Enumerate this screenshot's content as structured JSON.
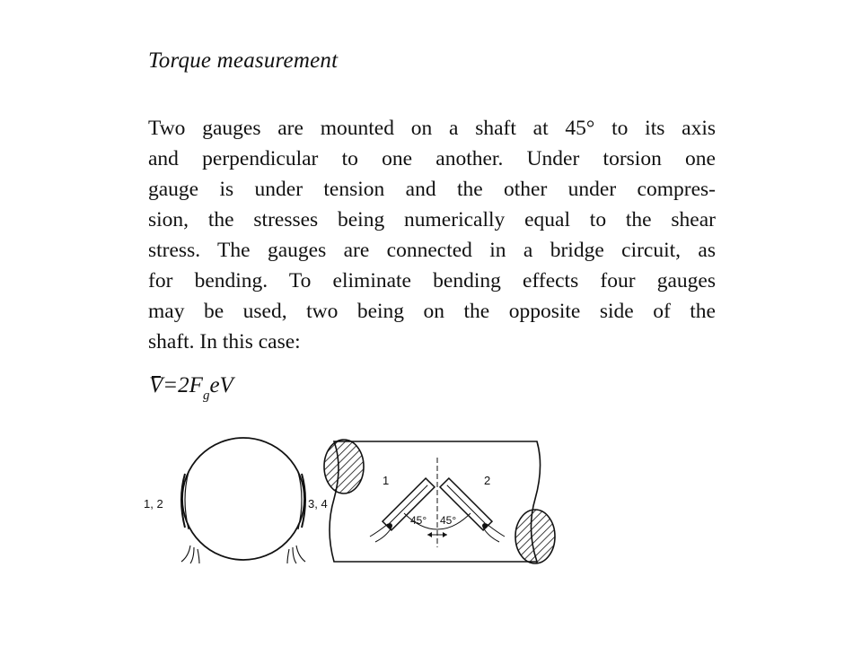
{
  "document": {
    "heading": "Torque measurement",
    "paragraph_lines": [
      "Two gauges are mounted on a shaft at 45° to its axis",
      "and perpendicular to one another. Under torsion one",
      "gauge is under tension and the other under compres-",
      "sion, the stresses being numerically equal to the shear",
      "stress. The gauges are connected in a bridge circuit, as",
      "for bending. To eliminate bending effects four gauges",
      "may be used, two being on the opposite side of the",
      "shaft. In this case:"
    ],
    "formula": {
      "lhs": "V",
      "equals": "=2F",
      "subscript": "g",
      "rhs": "eV"
    }
  },
  "figure": {
    "left_label": "1, 2",
    "right_label": "3, 4",
    "gauge_1_label": "1",
    "gauge_2_label": "2",
    "angle_left": "45°",
    "angle_right": "45°"
  }
}
